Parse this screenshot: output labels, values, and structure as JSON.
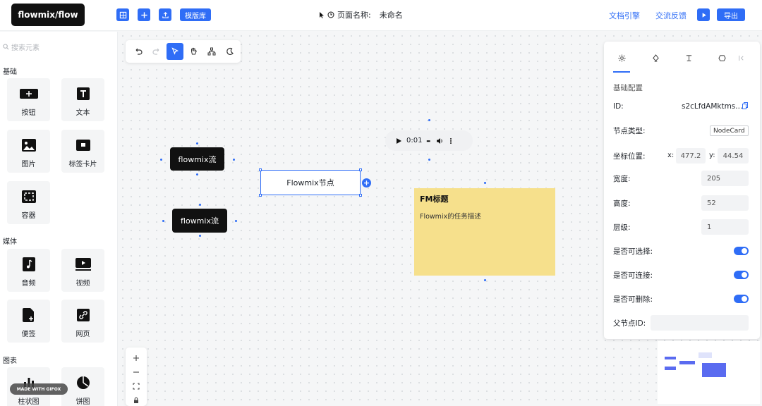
{
  "header": {
    "logo": "flowmix/flow",
    "template_button": "模版库",
    "page_name_label": "页面名称:",
    "page_name_value": "未命名",
    "docs_link": "文档引擎",
    "feedback_link": "交流反馈",
    "export_button": "导出"
  },
  "left_panel": {
    "search_placeholder": "搜索元素",
    "sections": [
      {
        "title": "基础",
        "items": [
          "按钮",
          "文本",
          "图片",
          "标签卡片",
          "容器"
        ]
      },
      {
        "title": "媒体",
        "items": [
          "音频",
          "视频",
          "便签",
          "网页"
        ]
      },
      {
        "title": "图表",
        "items": [
          "柱状图",
          "饼图"
        ]
      }
    ]
  },
  "toolbar": {
    "icons": [
      "undo-icon",
      "redo-icon",
      "select-pointer-icon",
      "hand-pan-icon",
      "layout-tree-icon",
      "theme-icon"
    ]
  },
  "zoom_controls": {
    "icons": [
      "zoom-in-icon",
      "zoom-out-icon",
      "fit-view-icon",
      "lock-icon"
    ]
  },
  "canvas": {
    "node1_label": "flowmix流",
    "node2_label": "flowmix流",
    "selected_node_label": "Flowmix节点",
    "audio_time": "0:01",
    "card_title": "FM标题",
    "card_desc": "Flowmix的任务描述"
  },
  "right_panel": {
    "section_title": "基础配置",
    "id_label": "ID:",
    "id_value": "s2cLfdAMktms...",
    "node_type_label": "节点类型:",
    "node_type_value": "NodeCard",
    "position_label": "坐标位置:",
    "x_label": "x:",
    "x_value": "477.2",
    "y_label": "y:",
    "y_value": "44.54",
    "width_label": "宽度:",
    "width_value": "205",
    "height_label": "高度:",
    "height_value": "52",
    "zindex_label": "层级:",
    "zindex_value": "1",
    "selectable_label": "是否可选择:",
    "connectable_label": "是否可连接:",
    "deletable_label": "是否可删除:",
    "parent_label": "父节点ID:",
    "parent_value": "",
    "toggles": {
      "selectable": true,
      "connectable": true,
      "deletable": true
    }
  },
  "watermark": "MADE WITH GIFOX",
  "colors": {
    "accent": "#2f6df6",
    "card": "#f6e08c",
    "dark_node": "#111111"
  }
}
